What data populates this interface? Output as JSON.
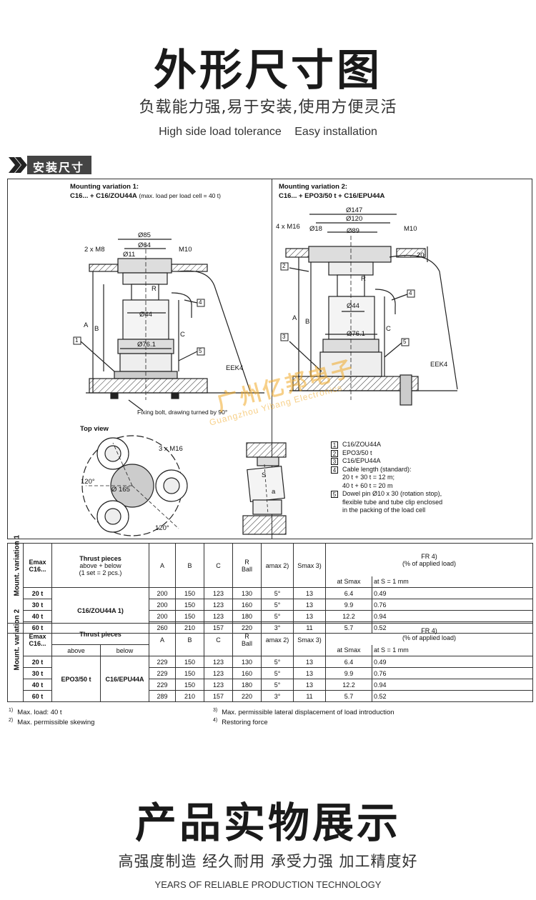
{
  "header": {
    "title": "外形尺寸图",
    "subtitle_cn": "负载能力强,易于安装,使用方便灵活",
    "subtitle_en_1": "High side load tolerance",
    "subtitle_en_2": "Easy installation"
  },
  "section_tag": "安装尺寸",
  "drawing": {
    "v1": {
      "title": "Mounting variation 1:",
      "subtitle_bold": "C16... + C16/ZOU44A",
      "subtitle_note": "(max. load per load cell = 40 t)",
      "dims": {
        "d85": "Ø85",
        "d64": "Ø64",
        "d11": "Ø11",
        "m8": "2 x M8",
        "m10": "M10",
        "d44": "Ø44",
        "d761": "Ø76.1",
        "a": "A",
        "b": "B",
        "c": "C",
        "r": "R",
        "eek4": "EEK4"
      },
      "fixing_note": "Fixing bolt, drawing turned by 90°",
      "top_view": "Top view",
      "m16": "3 x M16",
      "angle1": "120°",
      "angle2": "120°",
      "d165": "Ø 165"
    },
    "v2": {
      "title": "Mounting variation 2:",
      "subtitle_bold": "C16... + EPO3/50 t + C16/EPU44A",
      "dims": {
        "d147": "Ø147",
        "d120": "Ø120",
        "m16": "4 x M16",
        "d18": "Ø18",
        "d89": "Ø89",
        "m10": "M10",
        "h20": "20",
        "d44": "Ø44",
        "d761": "Ø76.1",
        "a": "A",
        "b": "B",
        "c": "C",
        "r": "R",
        "eek4": "EEK4"
      },
      "detail_s": "S",
      "detail_a": "a"
    },
    "legend": [
      {
        "num": "1",
        "text": "C16/ZOU44A"
      },
      {
        "num": "2",
        "text": "EPO3/50 t"
      },
      {
        "num": "3",
        "text": "C16/EPU44A"
      },
      {
        "num": "4",
        "text": "Cable length (standard):\n20 t + 30 t = 12 m;\n40 t + 60 t = 20 m"
      },
      {
        "num": "5",
        "text": "Dowel pin Ø10 x 30 (rotation stop),\nflexible tube and tube clip enclosed\nin the packing of the load cell"
      }
    ],
    "callouts": [
      "1",
      "2",
      "3",
      "4",
      "5"
    ]
  },
  "watermark": {
    "cn": "广州亿邦电子",
    "en": "Guangzhou Yibang Electronics"
  },
  "table1": {
    "side_label": "Mount. variation 1",
    "head": {
      "emax": "Emax",
      "c16": "C16...",
      "thrust": "Thrust pieces",
      "thrust_note1": "above + below",
      "thrust_note2": "(1 set = 2 pcs.)",
      "a": "A",
      "b": "B",
      "c": "C",
      "r": "R",
      "ball": "Ball",
      "amax": "amax 2)",
      "smax": "Smax 3)",
      "fr": "FR 4)",
      "fr_note": "(% of applied load)",
      "at_smax": "at Smax",
      "at_s1": "at S = 1 mm"
    },
    "thrust_value": "C16/ZOU44A 1)",
    "rows": [
      {
        "emax": "20 t",
        "a": "200",
        "b": "150",
        "c": "123",
        "r": "130",
        "amax": "5°",
        "smax": "13",
        "fr_smax": "6.4",
        "fr_s1": "0.49"
      },
      {
        "emax": "30 t",
        "a": "200",
        "b": "150",
        "c": "123",
        "r": "160",
        "amax": "5°",
        "smax": "13",
        "fr_smax": "9.9",
        "fr_s1": "0.76"
      },
      {
        "emax": "40 t",
        "a": "200",
        "b": "150",
        "c": "123",
        "r": "180",
        "amax": "5°",
        "smax": "13",
        "fr_smax": "12.2",
        "fr_s1": "0.94"
      },
      {
        "emax": "60 t",
        "a": "260",
        "b": "210",
        "c": "157",
        "r": "220",
        "amax": "3°",
        "smax": "11",
        "fr_smax": "5.7",
        "fr_s1": "0.52"
      }
    ]
  },
  "table2": {
    "side_label": "Mount. variation 2",
    "head": {
      "emax": "Emax",
      "c16": "C16...",
      "thrust": "Thrust pieces",
      "above": "above",
      "below": "below",
      "a": "A",
      "b": "B",
      "c": "C",
      "r": "R",
      "ball": "Ball",
      "amax": "amax 2)",
      "smax": "Smax 3)",
      "fr": "FR 4)",
      "fr_note": "(% of applied load)",
      "at_smax": "at Smax",
      "at_s1": "at S = 1 mm"
    },
    "above_value": "EPO3/50 t",
    "below_value": "C16/EPU44A",
    "rows": [
      {
        "emax": "20 t",
        "a": "229",
        "b": "150",
        "c": "123",
        "r": "130",
        "amax": "5°",
        "smax": "13",
        "fr_smax": "6.4",
        "fr_s1": "0.49"
      },
      {
        "emax": "30 t",
        "a": "229",
        "b": "150",
        "c": "123",
        "r": "160",
        "amax": "5°",
        "smax": "13",
        "fr_smax": "9.9",
        "fr_s1": "0.76"
      },
      {
        "emax": "40 t",
        "a": "229",
        "b": "150",
        "c": "123",
        "r": "180",
        "amax": "5°",
        "smax": "13",
        "fr_smax": "12.2",
        "fr_s1": "0.94"
      },
      {
        "emax": "60 t",
        "a": "289",
        "b": "210",
        "c": "157",
        "r": "220",
        "amax": "3°",
        "smax": "11",
        "fr_smax": "5.7",
        "fr_s1": "0.52"
      }
    ]
  },
  "footnotes": [
    {
      "num": "1)",
      "text": "Max. load: 40 t"
    },
    {
      "num": "2)",
      "text": "Max. permissible skewing"
    },
    {
      "num": "3)",
      "text": "Max. permissible lateral displacement of load introduction"
    },
    {
      "num": "4)",
      "text": "Restoring force"
    }
  ],
  "products": {
    "title": "产品实物展示",
    "subtitle_cn": "高强度制造 经久耐用 承受力强 加工精度好",
    "subtitle_en": "YEARS OF RELIABLE PRODUCTION TECHNOLOGY"
  }
}
